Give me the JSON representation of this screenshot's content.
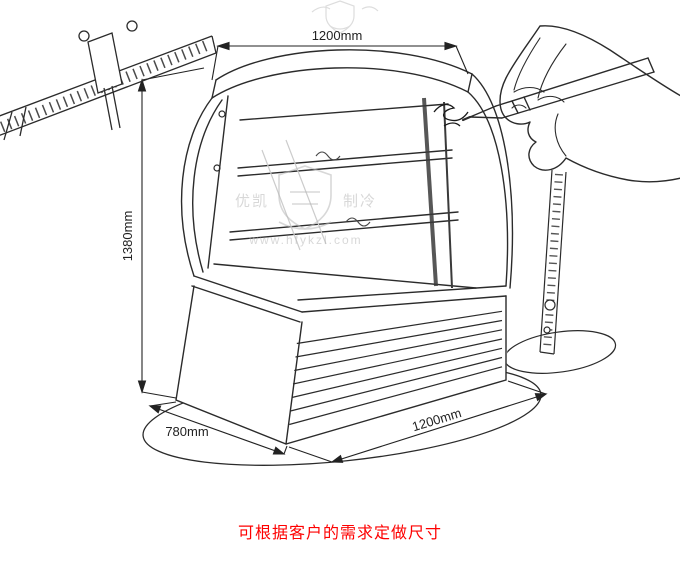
{
  "diagram": {
    "dim_top": "1200mm",
    "dim_left": "1380mm",
    "dim_depth": "780mm",
    "dim_right": "1200mm"
  },
  "watermark": {
    "brand_left": "优凯",
    "brand_right": "制冷",
    "url": "www.hfykzl.com"
  },
  "caption": {
    "text": "可根据客户的需求定做尺寸"
  },
  "colors": {
    "ink": "#2b2b2b",
    "caption": "#fe0000",
    "watermark": "#b9b9b9"
  }
}
